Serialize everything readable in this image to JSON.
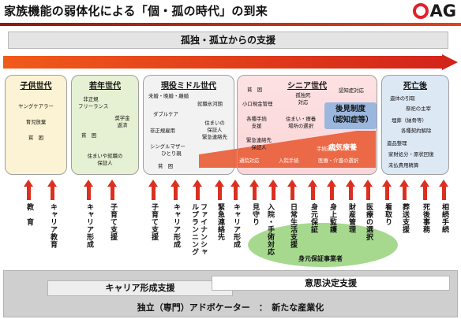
{
  "header": {
    "title": "家族機能の弱体化による「個・孤の時代」の到来",
    "logo_text": "AG",
    "logo_color": "#e2202a"
  },
  "banner": {
    "text": "孤独・孤立からの支援"
  },
  "stages": {
    "child": {
      "title": "子供世代",
      "items": [
        "ヤングケアラー",
        "育児放棄",
        "貧　困"
      ]
    },
    "young": {
      "title": "若年世代",
      "items": [
        "非正規",
        "フリーランス",
        "奨学金",
        "返済",
        "貧　困",
        "住まいや就職の",
        "保証人"
      ]
    },
    "middle": {
      "title": "現役ミドル世代",
      "items": [
        "未婚・晩婚・離婚",
        "就職氷河期",
        "ダブルケア",
        "非正規雇用",
        "住まいの",
        "保証人",
        "緊急連絡先",
        "シングルマザー",
        "ひとり親",
        "貧　困"
      ]
    },
    "senior": {
      "title": "シニア世代",
      "items": [
        "貧　困",
        "認知症対応",
        "小口現金管理",
        "孤独死",
        "対応",
        "各種手続",
        "支援",
        "住まい・療養",
        "場所の選択",
        "緊急連絡先",
        "保証人",
        "手続対応",
        "通院対応",
        "入院手続",
        "医療・介護の選択"
      ],
      "highlight1": "後見制度",
      "highlight2": "（認知症等）",
      "highlight3": "病気療養"
    },
    "after": {
      "title": "死亡後",
      "items": [
        "遺体の引取",
        "祭祀の主宰",
        "埋葬（納骨等）",
        "各種契約解除",
        "遺品整理",
        "家財処分・原状回復",
        "未払費用精算"
      ]
    }
  },
  "support_labels": [
    "教　育",
    "キャリア教育",
    "キャリア形成",
    "子育て支援",
    "子育て支援",
    "キャリア形成",
    "ファイナンシャルプランニング",
    "緊急連絡先",
    "キャリア形成",
    "見守り",
    "入院・手術対応",
    "日常生活支援",
    "身元保証",
    "身上監護",
    "財産管理",
    "医療の選択",
    "看取り",
    "葬送支援",
    "死後事務",
    "相続手続"
  ],
  "ellipse_label": "身元保証事業者",
  "bottom": {
    "career": "キャリア形成支援",
    "decision": "意思決定支援",
    "advocate": "独立（専門）アドボケーター　：　新たな産業化"
  }
}
